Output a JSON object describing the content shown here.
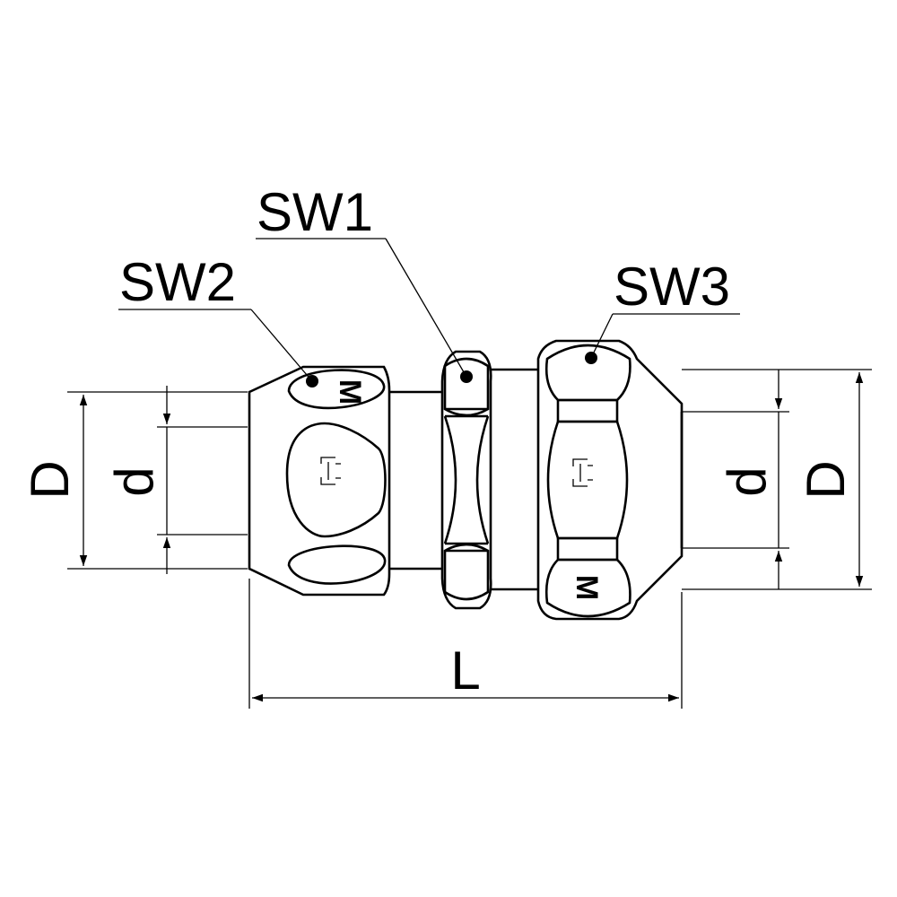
{
  "labels": {
    "sw1": "SW1",
    "sw2": "SW2",
    "sw3": "SW3",
    "outer_diameter_left": "D",
    "inner_diameter_left": "d",
    "inner_diameter_right": "d",
    "outer_diameter_right": "D",
    "length": "L",
    "mark_m_left": "M",
    "mark_m_right": "M"
  },
  "colors": {
    "stroke": "#000000",
    "background": "#ffffff"
  }
}
